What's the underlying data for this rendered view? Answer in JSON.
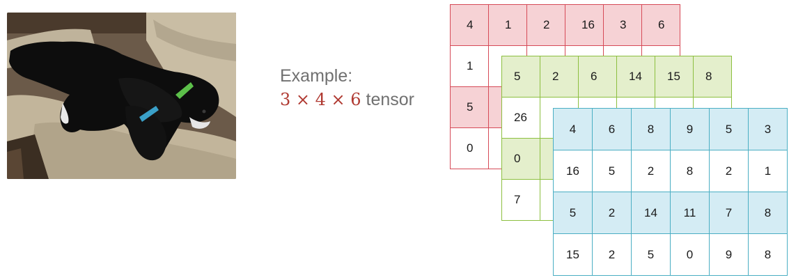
{
  "caption": {
    "prefix": "Example:",
    "math": "3 × 4 × 6",
    "suffix": " tensor"
  },
  "colors": {
    "red_border": "#d64a57",
    "red_fill": "#f6d2d5",
    "green_border": "#8cbf3f",
    "green_fill": "#e4efcc",
    "blue_border": "#4aaec3",
    "blue_fill": "#d4ecf4"
  },
  "tensor": {
    "red": [
      [
        "4",
        "1",
        "2",
        "16",
        "3",
        "6"
      ],
      [
        "1",
        "",
        "",
        "",
        "",
        ""
      ],
      [
        "5",
        "",
        "",
        "",
        "",
        ""
      ],
      [
        "0",
        "",
        "",
        "",
        "",
        ""
      ]
    ],
    "green": [
      [
        "5",
        "2",
        "6",
        "14",
        "15",
        "8"
      ],
      [
        "26",
        "",
        "",
        "",
        "",
        ""
      ],
      [
        "0",
        "",
        "",
        "",
        "",
        ""
      ],
      [
        "7",
        "",
        "",
        "",
        "",
        ""
      ]
    ],
    "blue": [
      [
        "4",
        "6",
        "8",
        "9",
        "5",
        "3"
      ],
      [
        "16",
        "5",
        "2",
        "8",
        "2",
        "1"
      ],
      [
        "5",
        "2",
        "14",
        "11",
        "7",
        "8"
      ],
      [
        "15",
        "2",
        "5",
        "0",
        "9",
        "8"
      ]
    ]
  }
}
